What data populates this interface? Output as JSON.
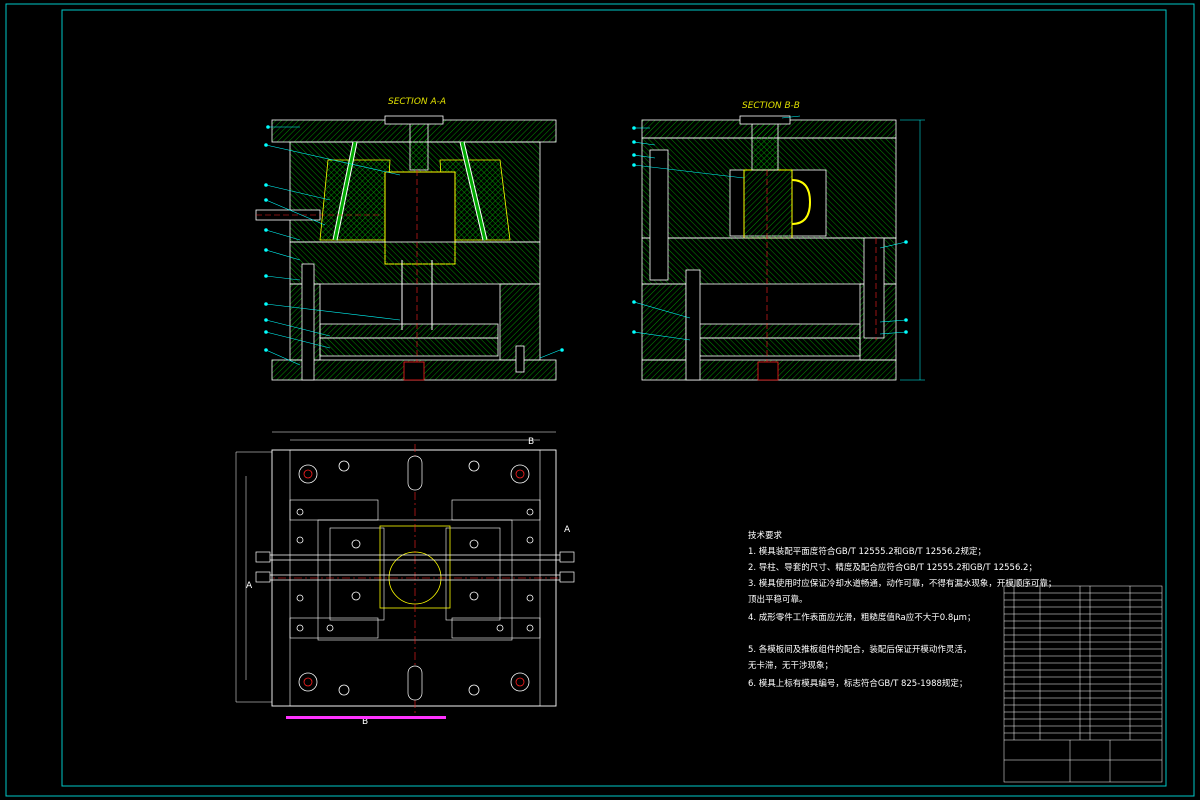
{
  "drawing": {
    "section_a_title": "SECTION A-A",
    "section_b_title": "SECTION B-B",
    "cut_label_a": "A",
    "cut_label_b": "B"
  },
  "notes": {
    "title": "技术要求",
    "items": [
      "1. 模具装配平面度符合GB/T 12555.2和GB/T 12556.2规定；",
      "2. 导柱、导套的尺寸、精度及配合应符合GB/T 12555.2和GB/T 12556.2；",
      "3. 模具使用时应保证冷却水道畅通，动作可靠，不得有漏水现象，开模顺序可靠；",
      "   顶出平稳可靠。",
      "4. 成形零件工作表面应光滑，粗糙度值Ra应不大于0.8μm；",
      "5. 各模板间及推板组件的配合，装配后保证开模动作灵活，",
      "   无卡滞，无干涉现象；",
      "6. 模具上标有模具编号，标志符合GB/T 825-1988规定；"
    ]
  },
  "colors": {
    "background": "#000000",
    "frame": "#00c8c8",
    "outline": "#ffffff",
    "hatch": "#00cc00",
    "part_edge": "#ffff00",
    "center_line": "#ff2020",
    "leader": "#00ffff",
    "dimension": "#ff33ff"
  }
}
